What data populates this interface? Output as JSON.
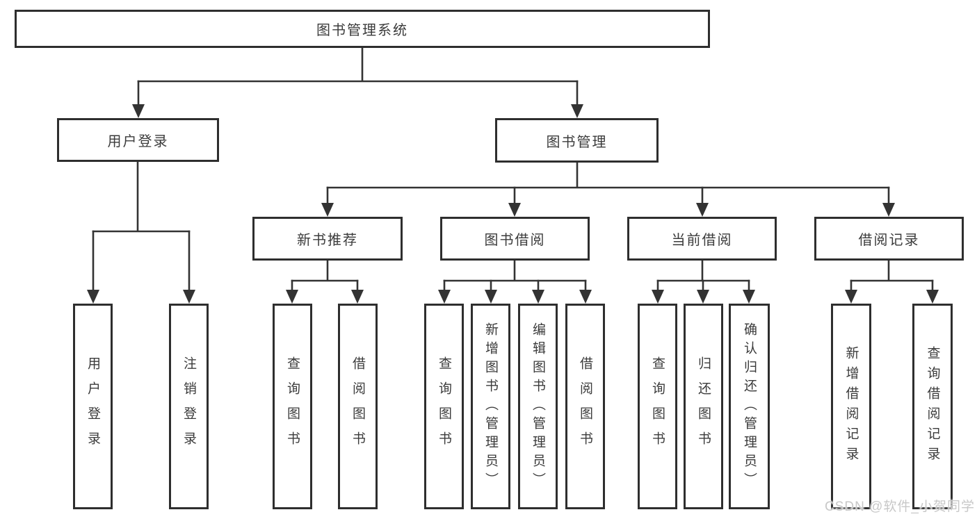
{
  "root": {
    "label": "图书管理系统"
  },
  "login": {
    "label": "用户登录",
    "children": [
      "用户登录",
      "注销登录"
    ]
  },
  "mgmt": {
    "label": "图书管理"
  },
  "sections": [
    {
      "label": "新书推荐",
      "children": [
        "查询图书",
        "借阅图书"
      ]
    },
    {
      "label": "图书借阅",
      "children": [
        "查询图书",
        "新增图书（管理员）",
        "编辑图书（管理员）",
        "借阅图书"
      ]
    },
    {
      "label": "当前借阅",
      "children": [
        "查询图书",
        "归还图书",
        "确认归还（管理员）"
      ]
    },
    {
      "label": "借阅记录",
      "children": [
        "新增借阅记录",
        "查询借阅记录"
      ]
    }
  ],
  "watermark": {
    "text": "CSDN @软件_小贺同学"
  },
  "colors": {
    "line": "#333333",
    "box_border": "#2e2e2e",
    "text": "#3b3b3b",
    "watermark": "#c8c8c8",
    "background": "#ffffff"
  }
}
